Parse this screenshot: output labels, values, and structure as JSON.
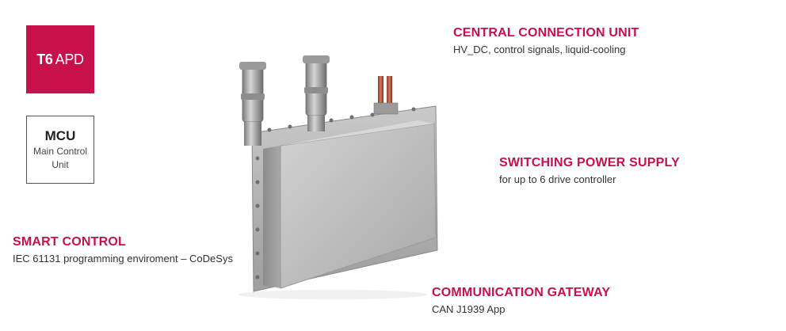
{
  "badges": {
    "t6": {
      "bold": "T6",
      "rest": "APD",
      "color": "#c8104b"
    },
    "mcu": {
      "title": "MCU",
      "line1": "Main Control",
      "line2": "Unit"
    }
  },
  "callouts": {
    "central": {
      "heading": "CENTRAL CONNECTION UNIT",
      "desc": "HV_DC, control signals, liquid-cooling"
    },
    "switching": {
      "heading": "SWITCHING POWER SUPPLY",
      "desc": "for up to 6 drive controller"
    },
    "smart": {
      "heading": "SMART CONTROL",
      "desc": "IEC 61131 programming enviroment – CoDeSys"
    },
    "gateway": {
      "heading": "COMMUNICATION GATEWAY",
      "desc": "CAN J1939 App"
    }
  },
  "colors": {
    "accent": "#c8104b",
    "text": "#333333",
    "housing": "#b9b9b9"
  }
}
